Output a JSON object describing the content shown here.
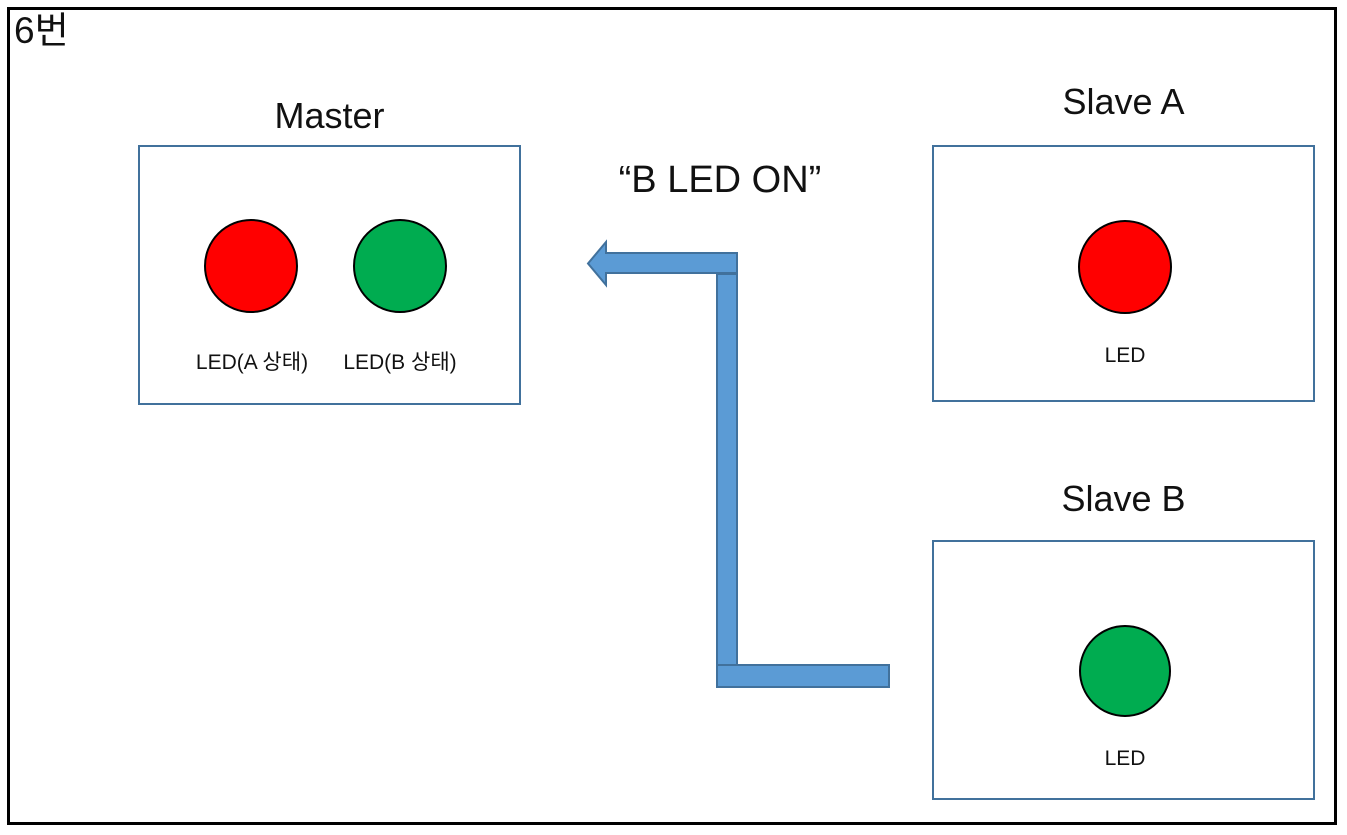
{
  "colors": {
    "red_led": "#FF0000",
    "green_led": "#00AC50",
    "led_outline": "#000000",
    "box_border": "#41719C",
    "arrow_fill": "#5B9BD5",
    "arrow_stroke": "#41719C",
    "outer_border": "#000000",
    "text": "#111111"
  },
  "header": {
    "label": "6번"
  },
  "master": {
    "title": "Master",
    "leds": [
      {
        "name": "led-a",
        "state_color": "red",
        "label": "LED(A 상태)"
      },
      {
        "name": "led-b",
        "state_color": "green",
        "label": "LED(B 상태)"
      }
    ]
  },
  "message": {
    "text": "“B LED ON”"
  },
  "slave_a": {
    "title": "Slave A",
    "led": {
      "state_color": "red",
      "label": "LED"
    }
  },
  "slave_b": {
    "title": "Slave B",
    "led": {
      "state_color": "green",
      "label": "LED"
    }
  }
}
